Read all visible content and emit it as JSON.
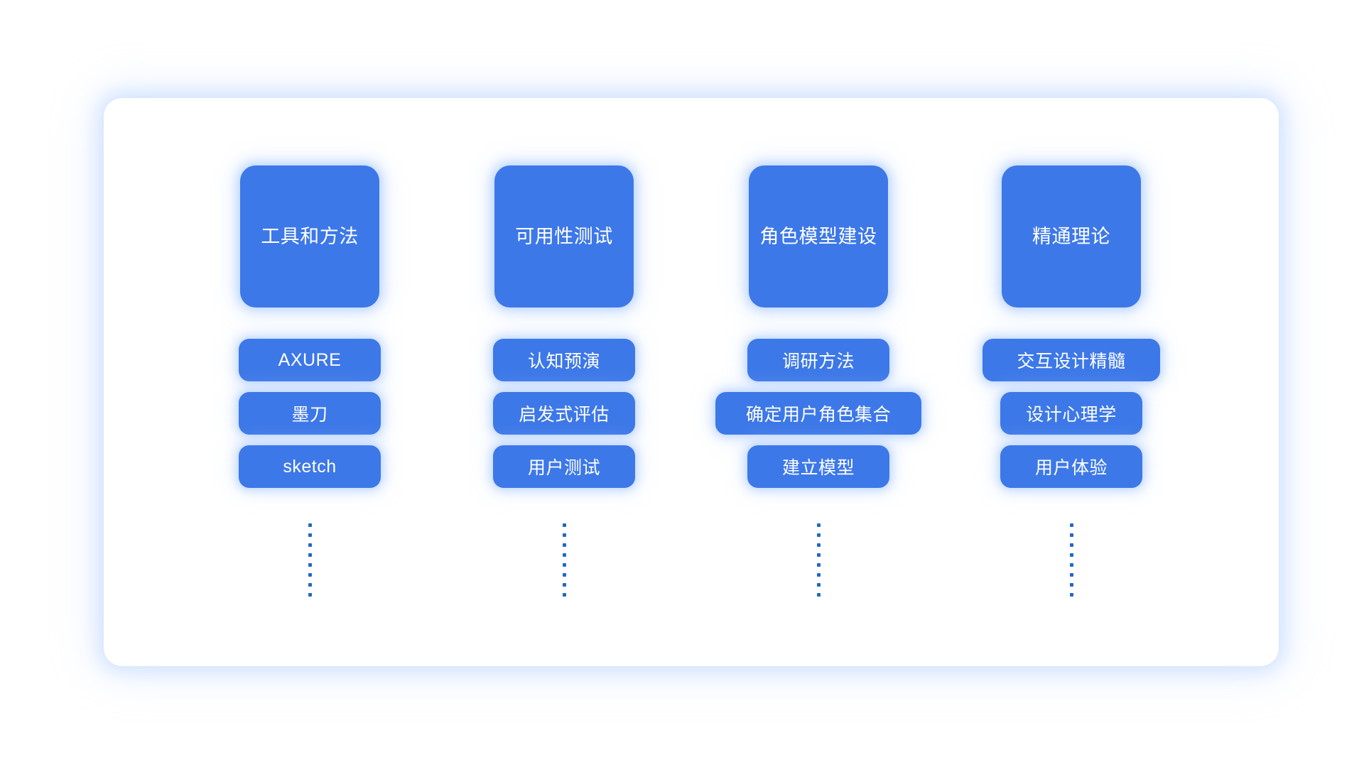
{
  "theme": {
    "accent_blue": "#3d78e8",
    "card_background": "#ffffff",
    "page_background": "#ffffff",
    "glow_blue": "#a0c4ff",
    "dot_blue": "#2266cc",
    "text_on_accent": "#ffffff"
  },
  "columns": [
    {
      "header": "工具和方法",
      "items": [
        {
          "label": "AXURE",
          "width": "w-sm"
        },
        {
          "label": "墨刀",
          "width": "w-sm"
        },
        {
          "label": "sketch",
          "width": "w-sm"
        }
      ],
      "more_indicator_dots": 8
    },
    {
      "header": "可用性测试",
      "items": [
        {
          "label": "认知预演",
          "width": "w-sm"
        },
        {
          "label": "启发式评估",
          "width": "w-sm"
        },
        {
          "label": "用户测试",
          "width": "w-sm"
        }
      ],
      "more_indicator_dots": 8
    },
    {
      "header": "角色模型建设",
      "items": [
        {
          "label": "调研方法",
          "width": "w-sm"
        },
        {
          "label": "确定用户角色集合",
          "width": "w-lg"
        },
        {
          "label": "建立模型",
          "width": "w-sm"
        }
      ],
      "more_indicator_dots": 8
    },
    {
      "header": "精通理论",
      "items": [
        {
          "label": "交互设计精髓",
          "width": "w-md"
        },
        {
          "label": "设计心理学",
          "width": "w-sm"
        },
        {
          "label": "用户体验",
          "width": "w-sm"
        }
      ],
      "more_indicator_dots": 8
    }
  ]
}
